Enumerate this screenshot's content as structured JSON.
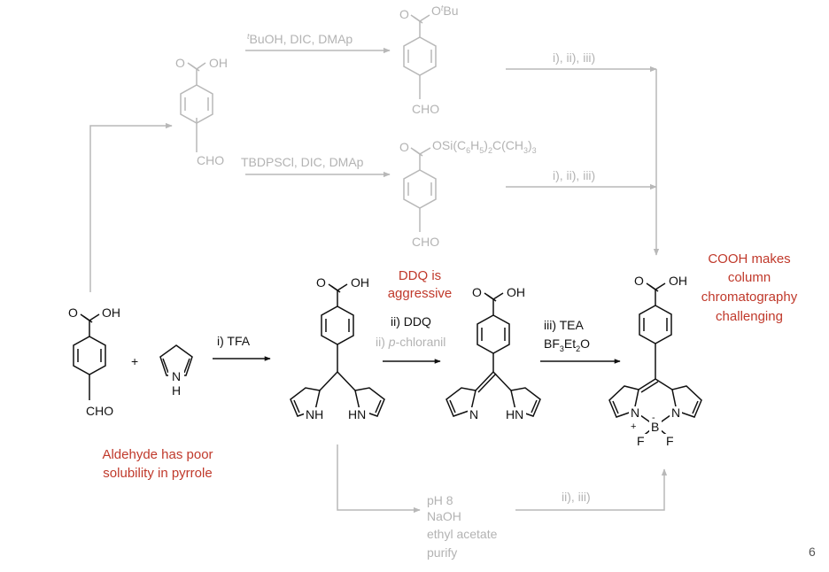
{
  "colors": {
    "black": "#111111",
    "gray": "#b3b3b3",
    "red": "#c0392b"
  },
  "atoms": {
    "OH": "OH",
    "O": "O",
    "CHO": "CHO",
    "OtBu": "O",
    "tBu_sup": "t",
    "tBu_main": "Bu",
    "OSi_a": "OSi(C",
    "OSi_b": "6",
    "OSi_c": "H",
    "OSi_d": "5",
    "OSi_e": ")",
    "OSi_f": "2",
    "OSi_g": "C(CH",
    "OSi_h": "3",
    "OSi_i": ")",
    "OSi_j": "3",
    "H": "H",
    "N": "N",
    "NH": "NH",
    "HN": "HN",
    "B": "B",
    "F": "F",
    "plus_charge": "+",
    "minus_charge": "-"
  },
  "reagents": {
    "tbuoh_sup": "t",
    "tbuoh_main": "BuOH, DIC, DMAp",
    "tbdps": "TBDPSCl, DIC, DMAp",
    "steps_upper": "i), ii), iii)",
    "steps_middle": "i), ii), iii)",
    "tfa": "i) TFA",
    "ddq": "ii) DDQ",
    "chloranil_prefix": "ii) ",
    "chloranil_italic": "p",
    "chloranil_suffix": "-chloranil",
    "tea": "iii) TEA",
    "bf3_a": "BF",
    "bf3_b": "3",
    "bf3_c": "Et",
    "bf3_d": "2",
    "bf3_e": "O",
    "steps_lower": "ii), iii)",
    "workup": [
      "pH 8",
      "NaOH",
      "ethyl acetate",
      "purify"
    ],
    "plus_sign": "+"
  },
  "annotations": {
    "ddq_note": [
      "DDQ is",
      "aggressive"
    ],
    "cooh_note": [
      "COOH makes",
      "column",
      "chromatography",
      "challenging"
    ],
    "aldehyde_note": [
      "Aldehyde has poor",
      "solubility in pyrrole"
    ]
  },
  "page_number": "6"
}
